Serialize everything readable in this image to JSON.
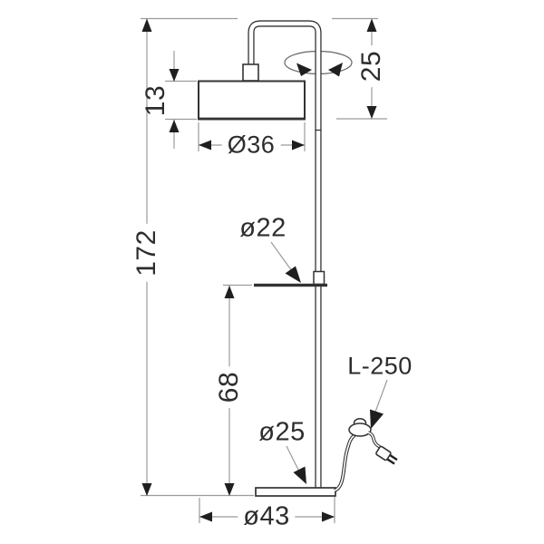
{
  "drawing": {
    "type": "technical dimension drawing of an arc floor lamp with shelf, foot switch and plug",
    "units_note": "dimension figures as printed",
    "labels": {
      "total_height": "172",
      "shade_height": "13",
      "shade_diameter": "Ø36",
      "head_drop": "25",
      "shelf_diameter": "ø22",
      "shelf_height": "68",
      "pole_diameter": "ø25",
      "base_diameter": "ø43",
      "cable_length": "L-250"
    },
    "colors": {
      "background": "#ffffff",
      "object_line": "#333333",
      "dimension_line": "#9b9b9b",
      "arrowhead": "#1f1f1f",
      "text": "#2d2d2d"
    }
  }
}
